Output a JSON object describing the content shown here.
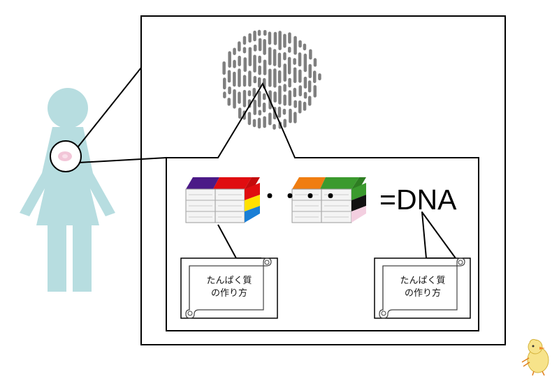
{
  "dna_label": "=DNA",
  "ellipsis": "・・・・",
  "scrolls": [
    {
      "line1": "たんぱく質",
      "line2": "の作り方"
    },
    {
      "line1": "たんぱく質",
      "line2": "の作り方"
    }
  ],
  "colors": {
    "person": "#b7dde0",
    "cell_nucleus": "#f2c6d8",
    "chromosome": "#7f7f7f",
    "book_left_purple": "#4b1a87",
    "book_left_red": "#e00d10",
    "book_left_yellow": "#ffe100",
    "book_left_blue": "#1a7fd6",
    "book_right_orange": "#f07d11",
    "book_right_green": "#3b9a2e",
    "book_right_black": "#111111"
  }
}
